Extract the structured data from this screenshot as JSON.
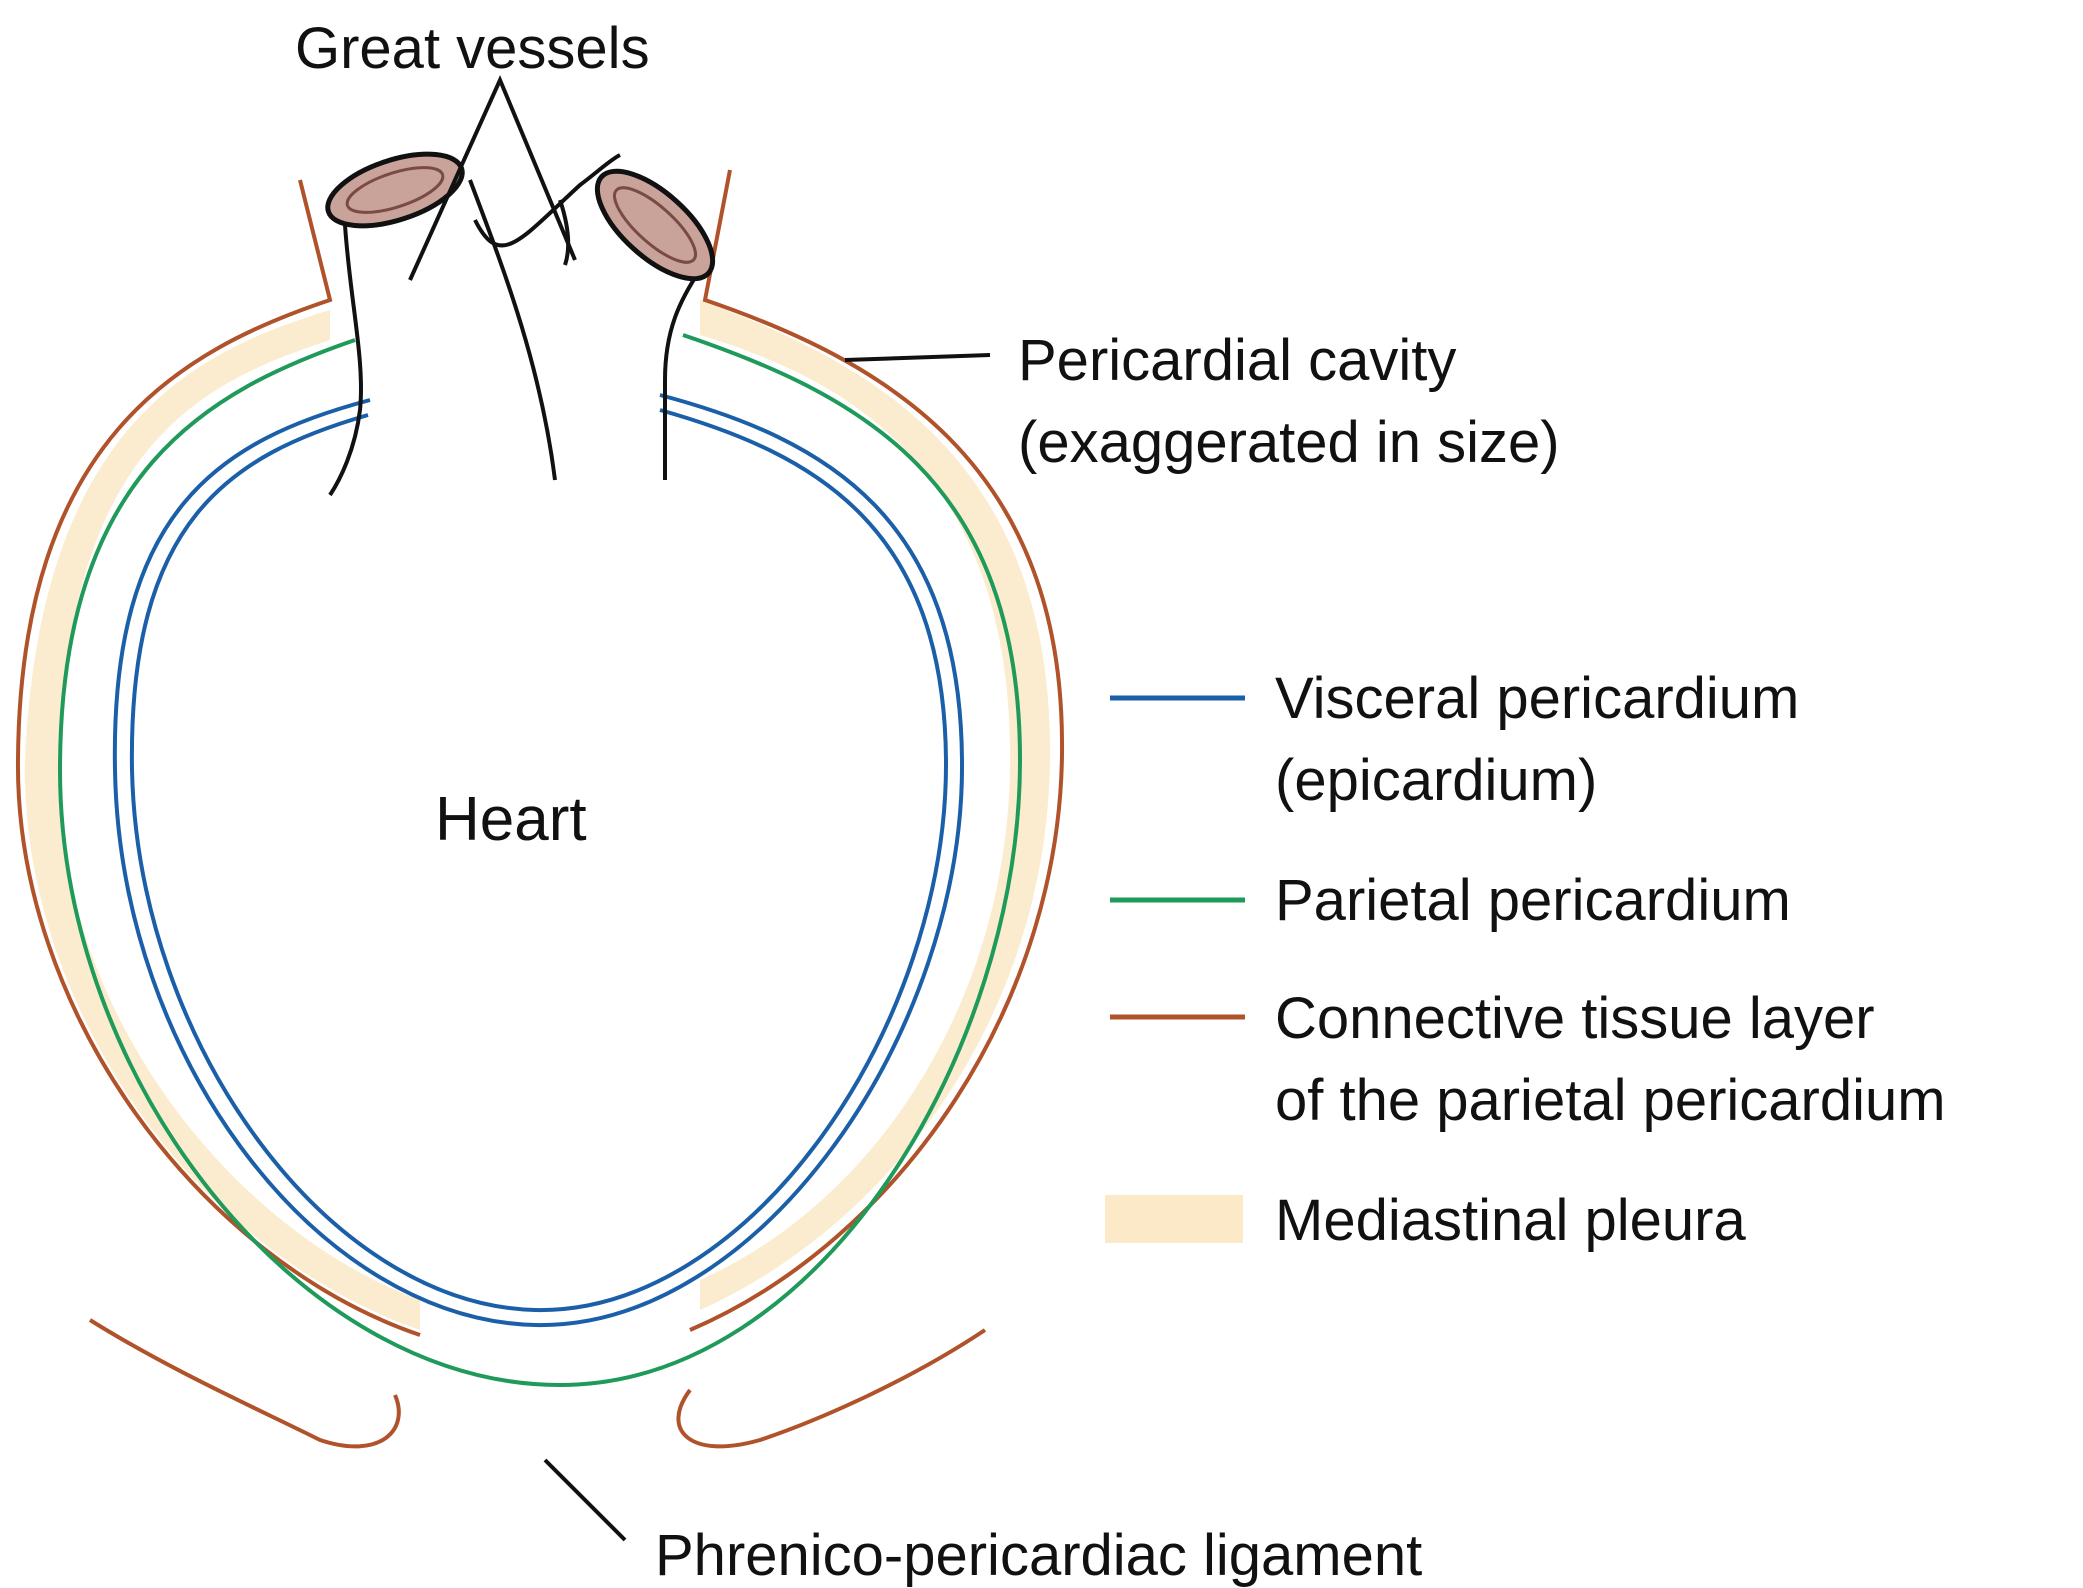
{
  "diagram": {
    "labels": {
      "great_vessels": "Great vessels",
      "pericardial_cavity_1": "Pericardial cavity",
      "pericardial_cavity_2": "(exaggerated in size)",
      "heart": "Heart",
      "phrenico": "Phrenico-pericardiac ligament"
    },
    "legend": [
      {
        "name": "visceral",
        "lines": [
          "Visceral pericardium",
          "(epicardium)"
        ],
        "color": "#1a5fa8"
      },
      {
        "name": "parietal",
        "lines": [
          "Parietal pericardium"
        ],
        "color": "#1f9a5a"
      },
      {
        "name": "connective",
        "lines": [
          "Connective tissue layer",
          "of the parietal pericardium"
        ],
        "color": "#b0522a"
      },
      {
        "name": "pleura",
        "lines": [
          "Mediastinal pleura"
        ],
        "color": "#fbe9c7"
      }
    ],
    "colors": {
      "visceral": "#1a5fa8",
      "parietal": "#1f9a5a",
      "connective": "#b0522a",
      "pleura_fill": "#fbe9c7",
      "vessel_cut": "#c9a39a",
      "ink": "#111111"
    }
  }
}
